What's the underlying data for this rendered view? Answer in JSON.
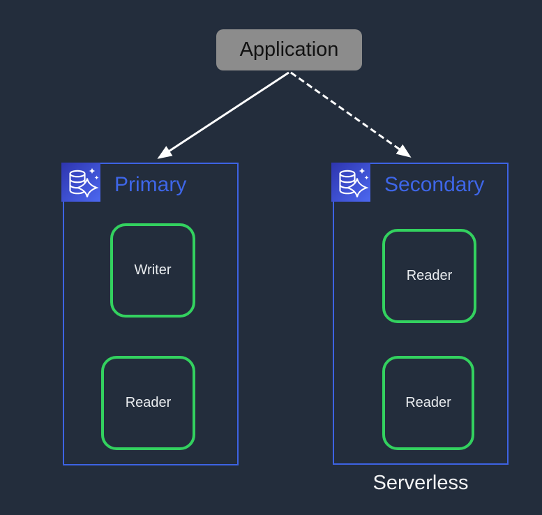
{
  "application": {
    "label": "Application"
  },
  "clusters": [
    {
      "title": "Primary",
      "icon": "aurora-database-sparkle-icon",
      "nodes": [
        {
          "label": "Writer"
        },
        {
          "label": "Reader"
        }
      ]
    },
    {
      "title": "Secondary",
      "icon": "aurora-database-sparkle-icon",
      "nodes": [
        {
          "label": "Reader"
        },
        {
          "label": "Reader"
        }
      ],
      "caption": "Serverless"
    }
  ],
  "connections": [
    {
      "from": "Application",
      "to": "Primary",
      "line": "solid",
      "arrowhead": "filled-triangle"
    },
    {
      "from": "Application",
      "to": "Secondary",
      "line": "dashed",
      "arrowhead": "filled-triangle"
    }
  ],
  "colors": {
    "background": "#232d3c",
    "cluster_border": "#3d63e3",
    "cluster_title": "#3e66e8",
    "node_border": "#33d15f",
    "node_text": "#e9ecef",
    "application_fill": "#8c8c8c",
    "application_text": "#121212",
    "arrow": "#ffffff",
    "caption_text": "#f2f3f4",
    "icon_gradient_start": "#2e35ae",
    "icon_gradient_end": "#4c68f0"
  }
}
